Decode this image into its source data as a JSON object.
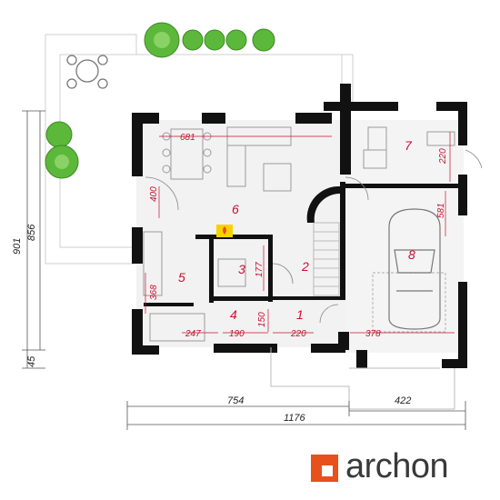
{
  "rooms": [
    {
      "id": "1",
      "label": "1"
    },
    {
      "id": "2",
      "label": "2"
    },
    {
      "id": "3",
      "label": "3"
    },
    {
      "id": "4",
      "label": "4"
    },
    {
      "id": "5",
      "label": "5"
    },
    {
      "id": "6",
      "label": "6"
    },
    {
      "id": "7",
      "label": "7"
    },
    {
      "id": "8",
      "label": "8"
    }
  ],
  "interior_dimensions": {
    "living_width": "681",
    "living_depth": "400",
    "kitchen_depth": "368",
    "kitchen_width": "247",
    "hall_width": "190",
    "hall_depth": "150",
    "entry_width": "220",
    "bath_depth": "177",
    "garage_width": "378",
    "garage_depth": "581",
    "boiler_depth": "220"
  },
  "exterior_dimensions": {
    "total_depth": "901",
    "house_depth": "856",
    "porch_depth": "45",
    "house_width": "754",
    "extension_width": "422",
    "total_width": "1176"
  },
  "brand": {
    "name": "archon",
    "color": "#e8501c"
  },
  "colors": {
    "wall": "#111111",
    "dimension": "#c8102e",
    "terrace": "#d9d9d9",
    "plant": "#4caf2c"
  }
}
